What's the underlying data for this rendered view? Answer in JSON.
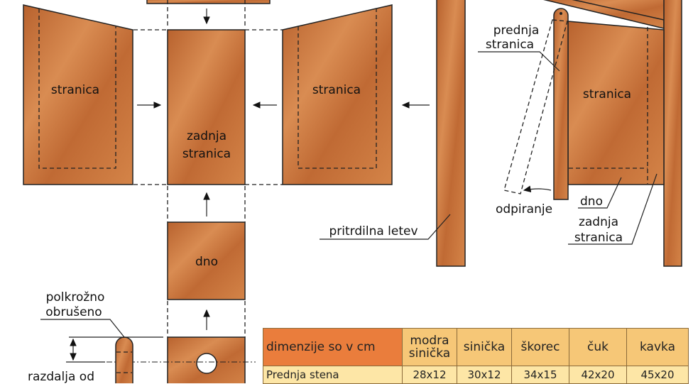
{
  "labels": {
    "left_side": "stranica",
    "back_line1": "zadnja",
    "back_line2": "stranica",
    "right_side": "stranica",
    "bottom": "dno",
    "rounded_line1": "polkrožno",
    "rounded_line2": "obrušeno",
    "distance": "razdalja od",
    "mount_strip": "pritrdilna letev",
    "front_line1": "prednja",
    "front_line2": "stranica",
    "assembled_side": "stranica",
    "assembled_bottom": "dno",
    "opening": "odpiranje",
    "assembled_back_line1": "zadnja",
    "assembled_back_line2": "stranica"
  },
  "table": {
    "header": [
      "dimenzije so v cm",
      "modra sinička",
      "sinička",
      "škorec",
      "čuk",
      "kavka"
    ],
    "rows": [
      [
        "Prednja stena",
        "28x12",
        "30x12",
        "34x15",
        "42x20",
        "45x20"
      ]
    ]
  },
  "colors": {
    "wood_light": "#d98c52",
    "wood_dark": "#b8622e",
    "table_header_first": "#ea7d3c",
    "table_header": "#f6c777",
    "table_row": "#fde6a6"
  }
}
